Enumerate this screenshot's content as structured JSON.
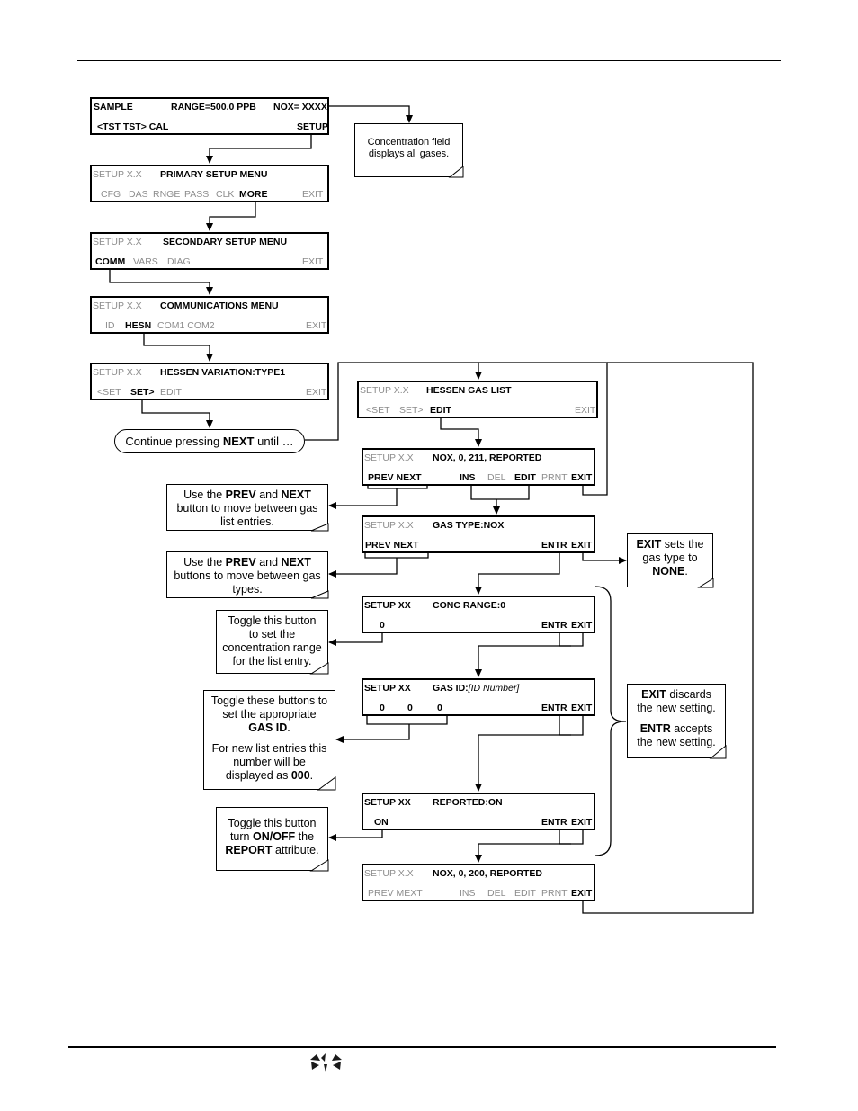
{
  "screens": {
    "sample": {
      "left": [
        "SAMPLE",
        "<TST  TST>  CAL"
      ],
      "range": "RANGE=500.0 PPB",
      "nox": "NOX= XXXX",
      "setup": "SETUP"
    },
    "primary": {
      "title": "SETUP X.X",
      "menu": "PRIMARY SETUP MENU",
      "items": [
        "CFG",
        "DAS",
        "RNGE",
        "PASS",
        "CLK"
      ],
      "more": "MORE",
      "exit": "EXIT"
    },
    "secondary": {
      "title": "SETUP X.X",
      "menu": "SECONDARY SETUP MENU",
      "comm": "COMM",
      "items": [
        "VARS",
        "DIAG"
      ],
      "exit": "EXIT"
    },
    "communications": {
      "title": "SETUP X.X",
      "menu": "COMMUNICATIONS MENU",
      "id": "ID",
      "hesn": "HESN",
      "ports": "COM1 COM2",
      "exit": "EXIT"
    },
    "variation": {
      "title": "SETUP X.X",
      "menu": "HESSEN VARIATION:TYPE1",
      "set_prev": "<SET",
      "set_next": "SET>",
      "edit": "EDIT",
      "exit": "EXIT"
    },
    "gas_list": {
      "title": "SETUP X.X",
      "menu": "HESSEN GAS LIST",
      "set_prev": "<SET",
      "set_next": "SET>",
      "edit": "EDIT",
      "exit": "EXIT"
    },
    "entry": {
      "title": "SETUP X.X",
      "menu": "NOX, 0, 211, REPORTED",
      "prev_next": "PREV NEXT",
      "ins": "INS",
      "del": "DEL",
      "edit": "EDIT",
      "prnt": "PRNT",
      "exit": "EXIT"
    },
    "gas_type": {
      "title": "SETUP X.X",
      "menu": "GAS TYPE:NOX",
      "prev_next": "PREV NEXT",
      "entr": "ENTR",
      "exit": "EXIT"
    },
    "conc_range": {
      "title": "SETUP XX",
      "menu": "CONC RANGE:0",
      "value": "0",
      "entr": "ENTR",
      "exit": "EXIT"
    },
    "gas_id": {
      "title": "SETUP XX",
      "menu": "GAS ID:",
      "menu_italic": "[ID Number]",
      "d1": "0",
      "d2": "0",
      "d3": "0",
      "entr": "ENTR",
      "exit": "EXIT"
    },
    "reported": {
      "title": "SETUP XX",
      "menu": "REPORTED:ON",
      "value": "ON",
      "entr": "ENTR",
      "exit": "EXIT"
    },
    "final": {
      "title": "SETUP X.X",
      "menu": "NOX, 0, 200, REPORTED",
      "prev_next": "PREV MEXT",
      "ins": "INS",
      "del": "DEL",
      "edit": "EDIT",
      "prnt": "PRNT",
      "exit": "EXIT"
    }
  },
  "notes": {
    "concentration": [
      "Concentration field",
      "displays all gases."
    ],
    "continue": {
      "pre": "Continue pressing ",
      "bold": "NEXT",
      "post": " until …"
    },
    "list_entries": {
      "a": "Use the ",
      "b1": "PREV",
      "c": " and ",
      "b2": "NEXT",
      "d": " button to move between gas list entries."
    },
    "gas_types": {
      "a": "Use the ",
      "b1": "PREV",
      "c": " and ",
      "b2": "NEXT",
      "d": " buttons to move between gas types."
    },
    "exit_none": {
      "b1": "EXIT",
      "a": " sets the gas type to ",
      "b2": "NONE",
      "c": "."
    },
    "toggle_range": "Toggle this button to set the concentration range for the list entry.",
    "toggle_id": {
      "a": "Toggle these buttons to set the appropriate ",
      "b": "GAS ID",
      "c": "."
    },
    "new_entries": {
      "a": "For new list entries this number will be displayed as ",
      "b": "000",
      "c": "."
    },
    "exit_entr": {
      "b1": "EXIT",
      "a": " discards the new setting.",
      "b2": "ENTR",
      "c": " accepts the new setting."
    },
    "toggle_report": {
      "a": "Toggle this button turn ",
      "b1": "ON/OFF",
      "c": " the ",
      "b2": "REPORT",
      "d": " attribute."
    }
  }
}
